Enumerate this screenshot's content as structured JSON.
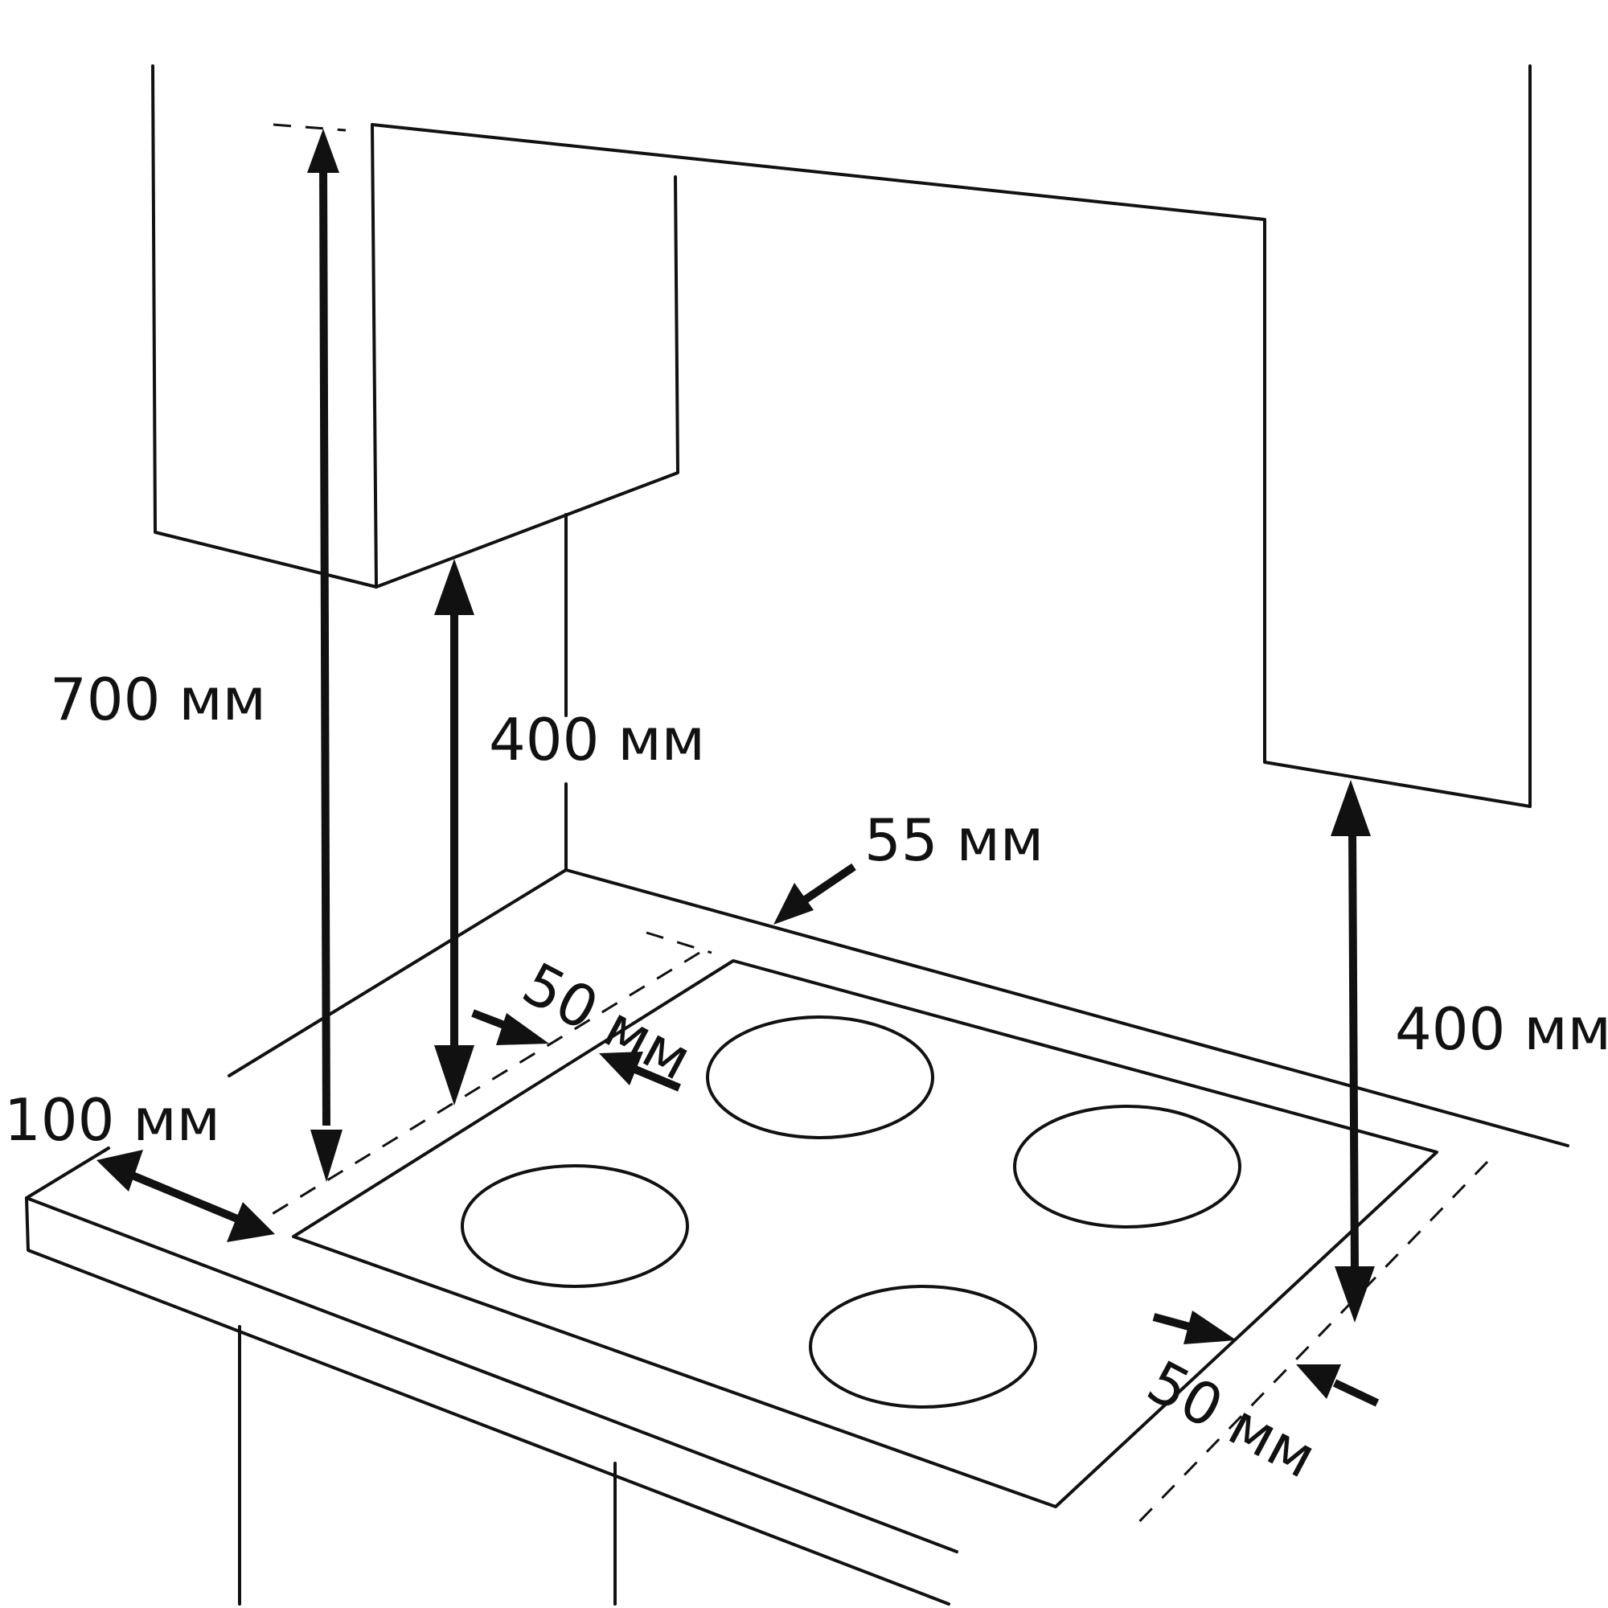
{
  "diagram": {
    "labels": {
      "hood_height": "700 мм",
      "left_cabinet_clearance": "400 мм",
      "right_cabinet_clearance": "400 мм",
      "back_wall_gap": "55 мм",
      "side_gap_top": "50 мм",
      "side_gap_bottom": "50 мм",
      "front_edge_gap": "100 мм"
    },
    "burner_count": 4,
    "line_color": "#111111",
    "background_color": "#ffffff"
  }
}
